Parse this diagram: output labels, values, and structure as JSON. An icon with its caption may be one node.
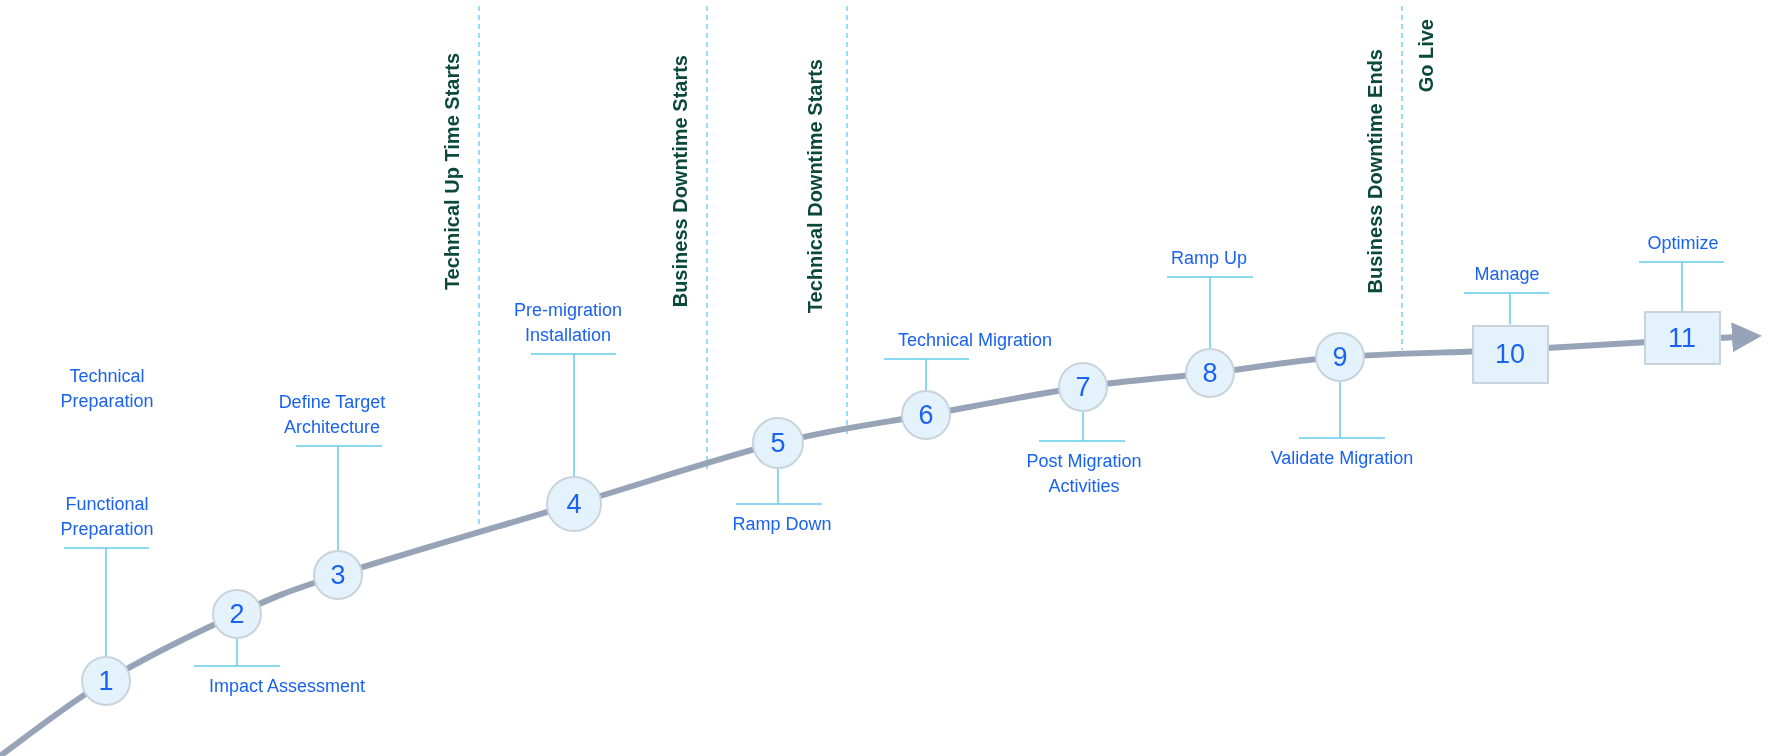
{
  "diagram": {
    "nodes": [
      {
        "text": [
          "1"
        ]
      },
      {
        "text": [
          "2"
        ]
      },
      {
        "text": [
          "3"
        ]
      },
      {
        "text": [
          "4"
        ]
      },
      {
        "text": [
          "5"
        ]
      },
      {
        "text": [
          "6"
        ]
      },
      {
        "text": [
          "7"
        ]
      },
      {
        "text": [
          "8"
        ]
      },
      {
        "text": [
          "9"
        ]
      },
      {
        "text": [
          "10"
        ]
      },
      {
        "text": [
          "11"
        ]
      },
      {
        "text": [
          "Functional Preparation"
        ]
      },
      {
        "text": [
          "Impact Assessment"
        ]
      },
      {
        "text": [
          "Define Target Architecture"
        ]
      },
      {
        "text": [
          "Pre-migration Installation"
        ]
      },
      {
        "text": [
          "Ramp Down"
        ]
      },
      {
        "text": [
          "Technical Migration"
        ]
      },
      {
        "text": [
          "Post Migration Activities"
        ]
      },
      {
        "text": [
          "Ramp Up"
        ]
      },
      {
        "text": [
          "Validate Migration"
        ]
      },
      {
        "text": [
          "Manage"
        ]
      },
      {
        "text": [
          "Optimize"
        ]
      }
    ],
    "edges": [
      {
        "from": 11,
        "to": 0,
        "arrow": "none"
      },
      {
        "from": 12,
        "to": 1,
        "arrow": "none"
      },
      {
        "from": 13,
        "to": 2,
        "arrow": "none"
      },
      {
        "from": 14,
        "to": 3,
        "arrow": "none"
      },
      {
        "from": 15,
        "to": 4,
        "arrow": "none"
      },
      {
        "from": 16,
        "to": 5,
        "arrow": "none"
      },
      {
        "from": 17,
        "to": 6,
        "arrow": "none"
      },
      {
        "from": 18,
        "to": 7,
        "arrow": "none"
      },
      {
        "from": 19,
        "to": 8,
        "arrow": "none"
      },
      {
        "from": 20,
        "to": 9,
        "arrow": "none"
      },
      {
        "from": 21,
        "to": 10,
        "arrow": "none"
      }
    ],
    "labels": [
      "Technical Preparation",
      "Technical Up Time Starts",
      "Business Downtime Starts",
      "Technical Downtime Starts",
      "Business Downtime Ends",
      "Go Live"
    ]
  }
}
